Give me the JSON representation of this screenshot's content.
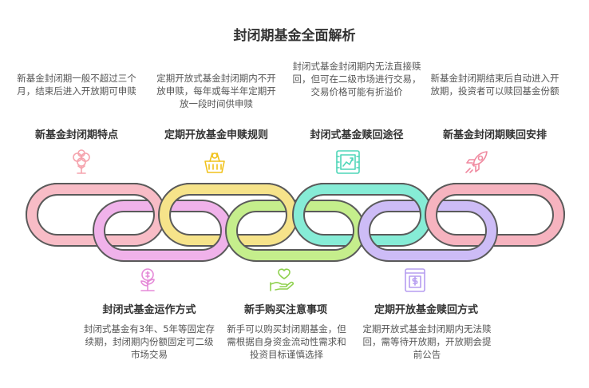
{
  "title": "封闭期基金全面解析",
  "top_items": [
    {
      "heading": "新基金封闭期特点",
      "text": "新基金封闭期一般不超过三个月，结束后进入开放期可申赎",
      "icon": "money-tree-icon",
      "color": "#f5a3ad"
    },
    {
      "heading": "定期开放基金申赎规则",
      "text": "定期开放式基金封闭期内不开放申赎，每年或每半年定期开放一段时间供申赎",
      "icon": "shopping-basket-icon",
      "color": "#f1c21b"
    },
    {
      "heading": "封闭式基金赎回途径",
      "text": "封闭式基金封闭期内无法直接赎回，但可在二级市场进行交易，交易价格可能有折溢价",
      "icon": "exchange-chart-icon",
      "color": "#4fd6b8"
    },
    {
      "heading": "新基金封闭期赎回安排",
      "text": "新基金封闭期结束后自动进入开放期，投资者可以赎回基金份额",
      "icon": "rocket-icon",
      "color": "#f08aa0"
    }
  ],
  "bottom_items": [
    {
      "heading": "封闭式基金运作方式",
      "text": "封闭式基金有3年、5年等固定存续期，封闭期内份额固定可二级市场交易",
      "icon": "plant-coin-icon",
      "color": "#e58ad8"
    },
    {
      "heading": "新手购买注意事项",
      "text": "新手可以购买封闭期基金，但需根据自身资金流动性需求和投资目标谨慎选择",
      "icon": "hand-heart-icon",
      "color": "#8fd14f"
    },
    {
      "heading": "定期开放基金赎回方式",
      "text": "定期开放式基金封闭期内无法赎回，需等待开放期，开放期会提前公告",
      "icon": "invoice-dollar-icon",
      "color": "#b69df0"
    }
  ]
}
